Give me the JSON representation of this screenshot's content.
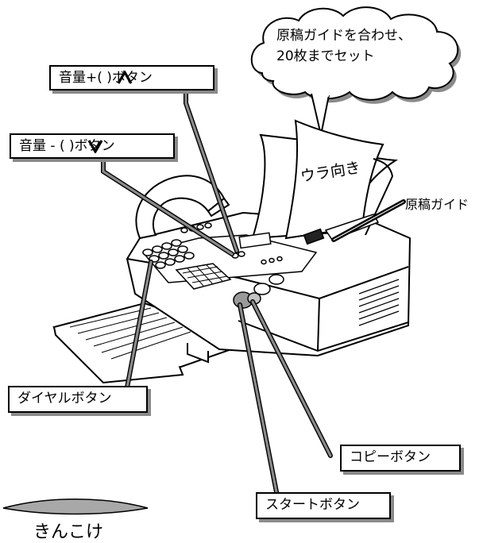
{
  "callouts": {
    "volume_up": "音量+(  )ボタン",
    "volume_down": "音量 - (  )ボタン",
    "dial": "ダイヤルボタン",
    "copy": "コピーボタン",
    "start": "スタートボタン"
  },
  "guide_label": "原稿ガイド",
  "cloud": {
    "line1": "原稿ガイドを合わせ、",
    "line2": "20枚までセット"
  },
  "paper_text": "ウラ向き",
  "bottom_text": "きんこけ",
  "icons": {
    "volume_up": "caret-up-icon",
    "volume_down": "caret-down-icon"
  },
  "colors": {
    "leader": "#7a7a7a",
    "shadow": "#8a8a8a",
    "outline": "#000000"
  }
}
